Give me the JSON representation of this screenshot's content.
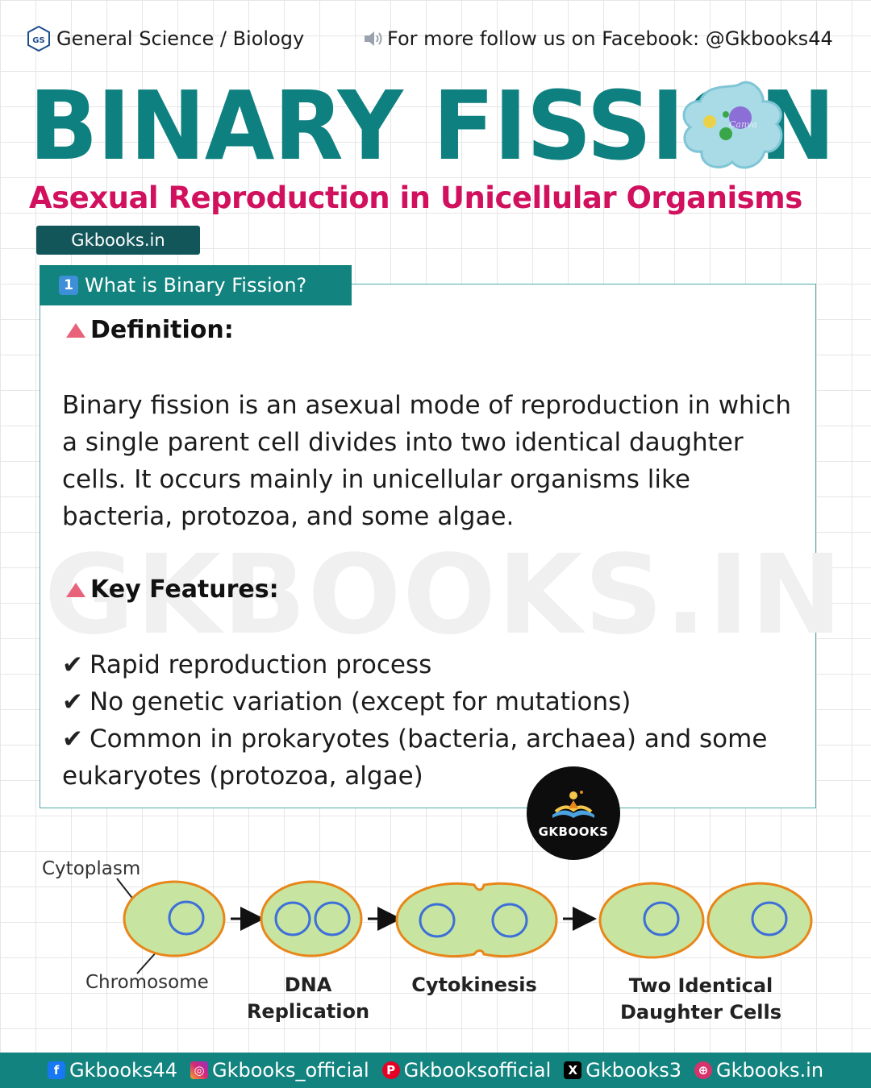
{
  "header": {
    "category": "General Science / Biology",
    "follow_text": "For  more follow us on Facebook: @Gkbooks44"
  },
  "title": "BINARY FISSION",
  "subtitle": "Asexual Reproduction in Unicellular Organisms",
  "site_tag": "Gkbooks.in",
  "section": {
    "number": "1",
    "label": "What is Binary Fission?",
    "definition_heading": "Definition:",
    "definition_text": "Binary fission is an asexual mode of reproduction in which a single parent cell divides into two identical daughter cells. It occurs mainly in unicellular organisms like bacteria, protozoa, and some algae.",
    "features_heading": "Key Features:",
    "features": [
      "Rapid reproduction process",
      "No genetic variation (except for mutations)",
      "Common in prokaryotes (bacteria, archaea) and some eukaryotes (protozoa, algae)"
    ]
  },
  "watermark": "GKBOOKS.IN",
  "logo_text": "GKBOOKS",
  "amoeba_mark": "Canva",
  "diagram": {
    "cytoplasm_label": "Cytoplasm",
    "chromosome_label": "Chromosome",
    "stage2_line1": "DNA",
    "stage2_line2": "Replication",
    "stage3": "Cytokinesis",
    "stage4_line1": "Two Identical",
    "stage4_line2": "Daughter Cells"
  },
  "footer": {
    "facebook": "Gkbooks44",
    "instagram": "Gkbooks_official",
    "pinterest": "Gkbooksofficial",
    "x": "Gkbooks3",
    "website": "Gkbooks.in"
  },
  "colors": {
    "title": "#0f8080",
    "subtitle": "#d1105e",
    "footer_bg": "#12837e",
    "cell_fill": "#c7e5a0",
    "cell_border": "#e8861a",
    "chromosome": "#3d6fd8"
  }
}
